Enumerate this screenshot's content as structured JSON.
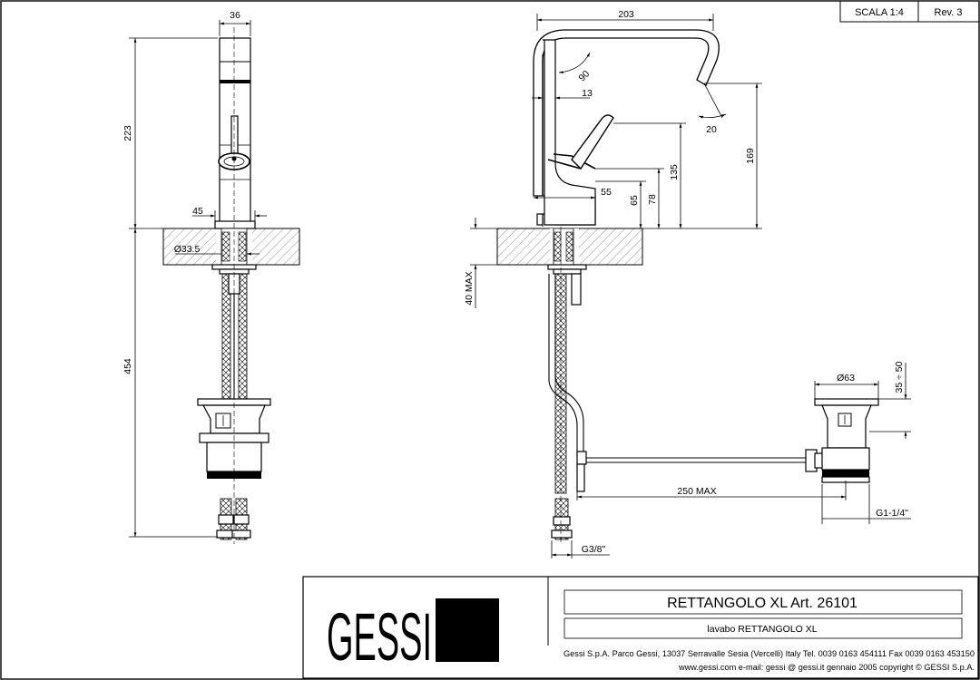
{
  "header": {
    "scale": "SCALA 1:4",
    "revision": "Rev. 3"
  },
  "dimensions": {
    "width_front": "36",
    "height_body": "223",
    "base_width": "45",
    "hole_diameter": "Ø33.5",
    "total_length": "454",
    "width_side": "203",
    "angle_90": "90",
    "spout_offset": "13",
    "angle_20": "20",
    "h_169": "169",
    "h_135": "135",
    "w_55": "55",
    "h_65": "65",
    "h_78": "78",
    "max_thickness": "40 MAX",
    "drain_diameter": "Ø63",
    "drain_range": "35 ÷ 50",
    "rod_length": "250 MAX",
    "thread_drain": "G1-1/4\"",
    "thread_hose": "G3/8\""
  },
  "title_block": {
    "logo": "GESSI",
    "product": "RETTANGOLO XL  Art. 26101",
    "description": "lavabo RETTANGOLO XL",
    "address": "Gessi S.p.A. Parco Gessi, 13037 Serravalle Sesia (Vercelli) Italy Tel. 0039  0163 454111 Fax 0039 0163 453150",
    "copyright": "www.gessi.com e-mail: gessi @ gessi.it gennaio 2005 copyright © GESSI S.p.A."
  }
}
